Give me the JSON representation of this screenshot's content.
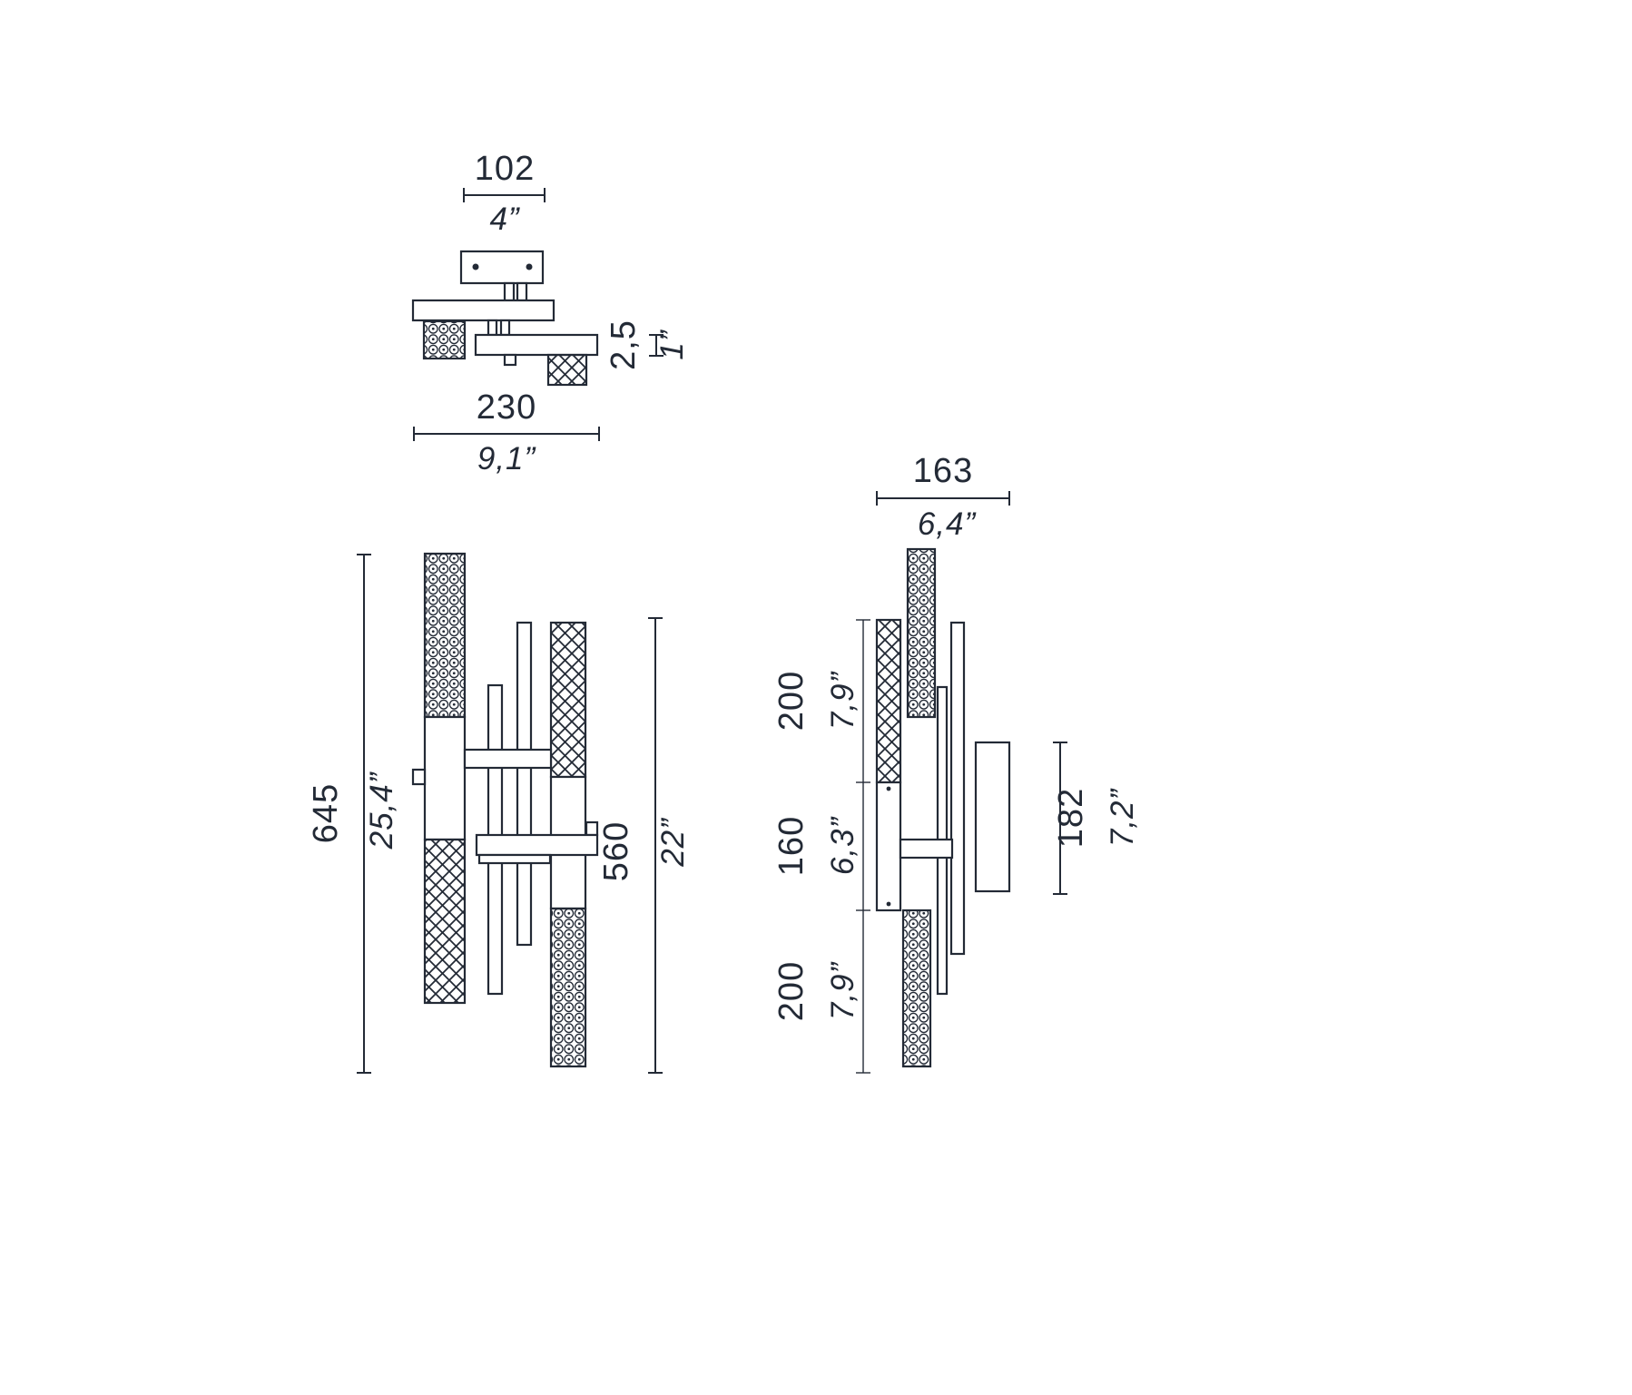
{
  "drawing": {
    "kind": "technical-dimension-drawing",
    "views": {
      "top": {
        "width_mm": "102",
        "width_in": "4”",
        "thickness_mm": "2,5",
        "thickness_in": "1”",
        "total_width_mm": "230",
        "total_width_in": "9,1”"
      },
      "front": {
        "height_mm": "645",
        "height_in": "25,4”",
        "body_height_mm": "560",
        "body_height_in": "22”"
      },
      "side": {
        "depth_mm": "163",
        "depth_in": "6,4”",
        "top_mm": "200",
        "top_in": "7,9”",
        "mid_mm": "160",
        "mid_in": "6,3”",
        "bottom_mm": "200",
        "bottom_in": "7,9”",
        "plate_mm": "182",
        "plate_in": "7,2”"
      }
    },
    "colors": {
      "line": "#232a36",
      "background": "#ffffff"
    }
  }
}
